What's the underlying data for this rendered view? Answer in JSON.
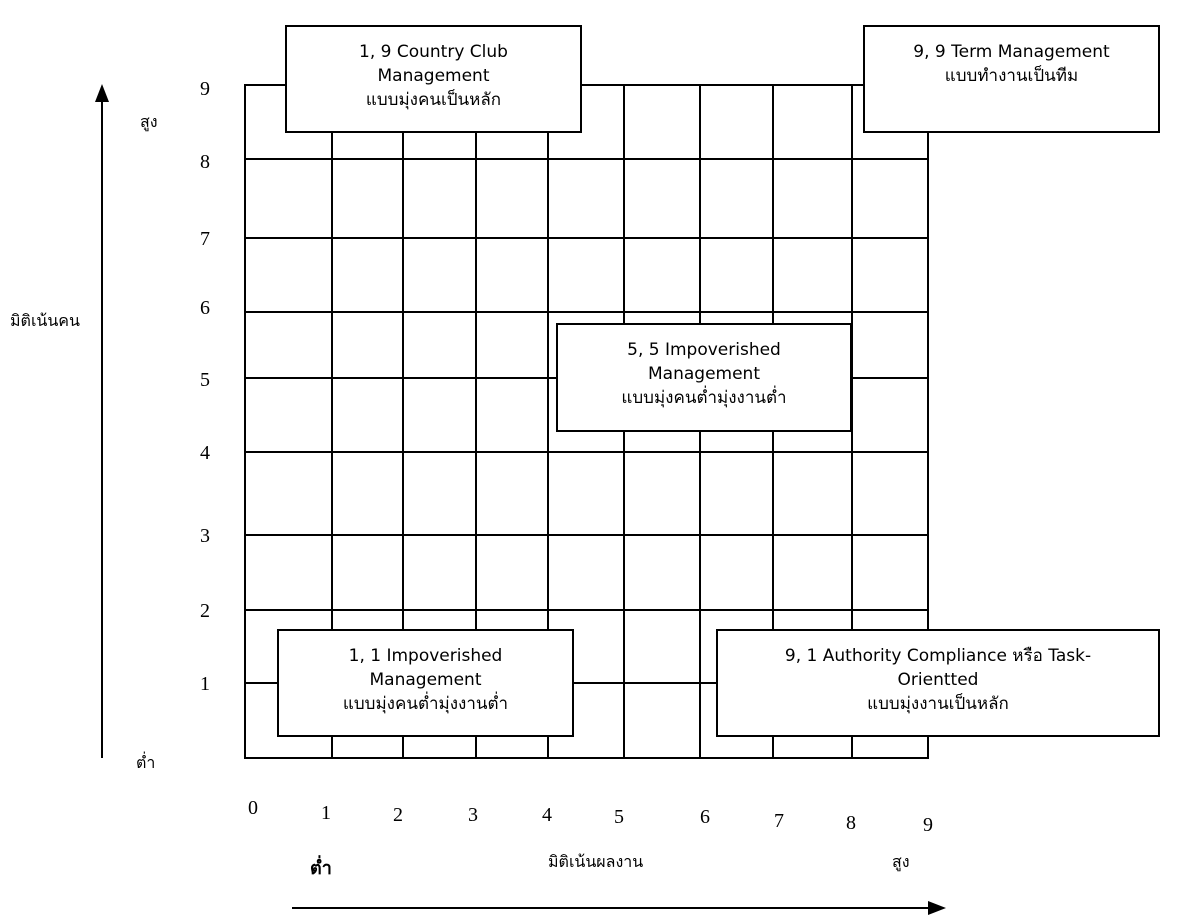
{
  "y_axis": {
    "title": "มิติเน้นคน",
    "high": "สูง",
    "low": "ต่ำ",
    "ticks": [
      "1",
      "2",
      "3",
      "4",
      "5",
      "6",
      "7",
      "8",
      "9"
    ]
  },
  "x_axis": {
    "title": "มิติเน้นผลงาน",
    "high": "สูง",
    "low": "ต่ำ",
    "ticks": [
      "0",
      "1",
      "2",
      "3",
      "4",
      "5",
      "6",
      "7",
      "8",
      "9"
    ]
  },
  "styles": {
    "country_club": {
      "line1": "1, 9 Country Club",
      "line2": "Management",
      "line3": "แบบมุ่งคนเป็นหลัก"
    },
    "team": {
      "line1": "9, 9 Term Management",
      "line2": "แบบทำงานเป็นทีม"
    },
    "middle": {
      "line1": "5, 5 Impoverished",
      "line2": "Management",
      "line3": "แบบมุ่งคนต่ำมุ่งงานต่ำ"
    },
    "impoverished": {
      "line1": "1, 1 Impoverished",
      "line2": "Management",
      "line3": "แบบมุ่งคนต่ำมุ่งงานต่ำ"
    },
    "task": {
      "line1": "9, 1 Authority Compliance หรือ Task-",
      "line2": "Orientted",
      "line3": "แบบมุ่งงานเป็นหลัก"
    }
  }
}
